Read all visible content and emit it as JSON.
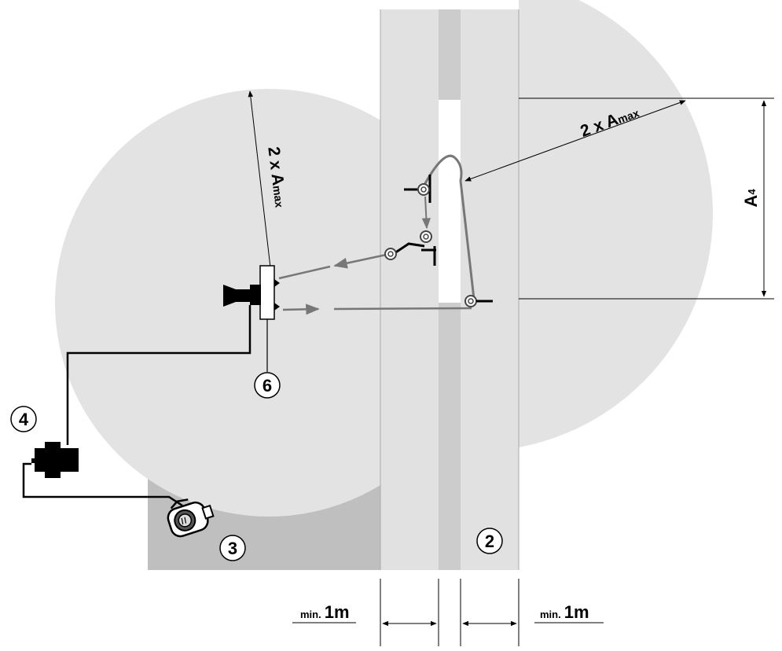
{
  "diagram": {
    "labels": {
      "radius_left": "2 x A",
      "radius_left_sub": "max",
      "radius_right": "2 x A",
      "radius_right_sub": "max",
      "height_dim": "A",
      "height_dim_sub": "4",
      "min_left_prefix": "min.",
      "min_left_value": "1m",
      "min_right_prefix": "min.",
      "min_right_value": "1m"
    },
    "callouts": {
      "c2": "2",
      "c3": "3",
      "c4": "4",
      "c6": "6"
    },
    "icons": {
      "camera": "camera-icon",
      "cable_connector": "cable-connector-icon",
      "sensor_head": "sensor-head-icon",
      "reflector": "reflector-icon"
    },
    "colors": {
      "zone_fill": "#e3e3e3",
      "column_fill": "#e1e1e1",
      "column_dark": "#cccccc",
      "base_fill": "#bfbfbf",
      "beam": "#777777",
      "line": "#000000"
    }
  }
}
